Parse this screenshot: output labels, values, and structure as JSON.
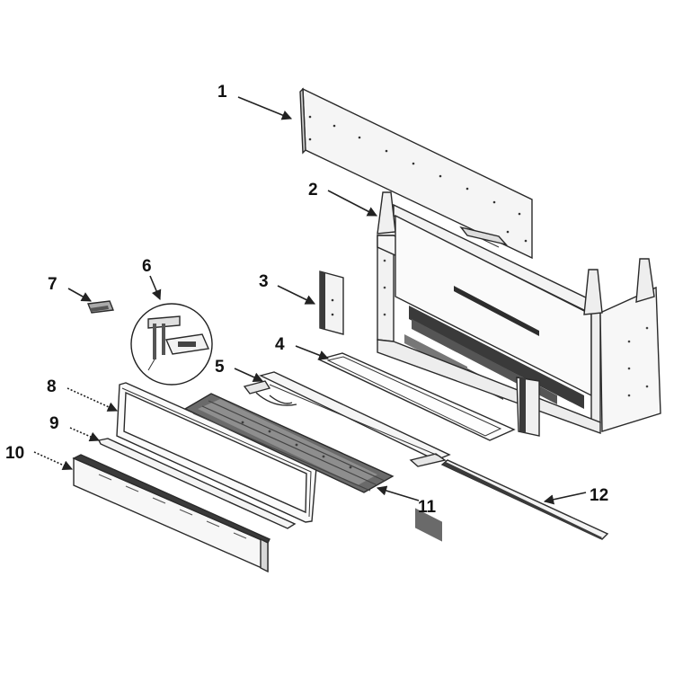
{
  "diagram": {
    "callouts": [
      {
        "id": "1",
        "text": "1"
      },
      {
        "id": "2",
        "text": "2"
      },
      {
        "id": "3",
        "text": "3"
      },
      {
        "id": "4",
        "text": "4"
      },
      {
        "id": "5",
        "text": "5"
      },
      {
        "id": "6",
        "text": "6"
      },
      {
        "id": "7",
        "text": "7"
      },
      {
        "id": "8",
        "text": "8"
      },
      {
        "id": "9",
        "text": "9"
      },
      {
        "id": "10",
        "text": "10"
      },
      {
        "id": "11",
        "text": "11"
      },
      {
        "id": "12",
        "text": "12"
      }
    ],
    "colors": {
      "line": "#222222",
      "panel": "#f4f4f4",
      "dark": "#3c3c3c",
      "mid": "#8a8a8a"
    }
  }
}
